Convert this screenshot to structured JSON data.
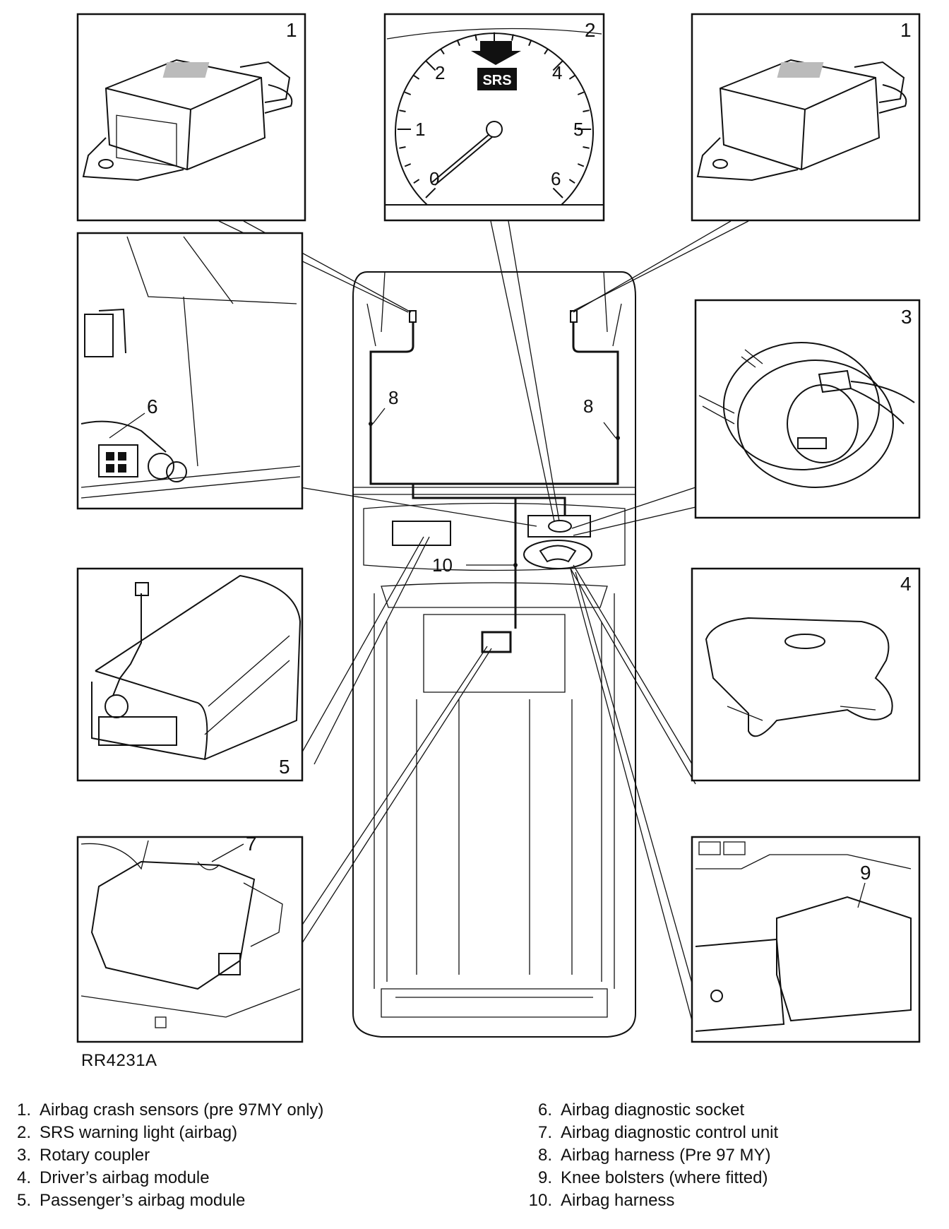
{
  "figure_ref": "RR4231A",
  "panels": {
    "p1_left": "1",
    "p2": "2",
    "p1_right": "1",
    "p3": "3",
    "p4": "4",
    "p5": "5",
    "p6": "6",
    "p7": "7",
    "p9": "9"
  },
  "gauge": {
    "warning_label": "SRS",
    "ticks": [
      "0",
      "1",
      "2",
      "4",
      "5",
      "6"
    ]
  },
  "callouts": {
    "harness_left": "8",
    "harness_right": "8",
    "center_harness": "10"
  },
  "legend_left": [
    {
      "num": "1.",
      "text": "Airbag crash sensors (pre 97MY only)"
    },
    {
      "num": "2.",
      "text": "SRS warning light (airbag)"
    },
    {
      "num": "3.",
      "text": "Rotary coupler"
    },
    {
      "num": "4.",
      "text": "Driver’s airbag module"
    },
    {
      "num": "5.",
      "text": "Passenger’s airbag module"
    }
  ],
  "legend_right": [
    {
      "num": "6.",
      "text": "Airbag diagnostic socket"
    },
    {
      "num": "7.",
      "text": "Airbag diagnostic control unit"
    },
    {
      "num": "8.",
      "text": "Airbag harness (Pre 97 MY)"
    },
    {
      "num": "9.",
      "text": "Knee bolsters (where fitted)"
    },
    {
      "num": "10.",
      "text": "Airbag harness"
    }
  ]
}
